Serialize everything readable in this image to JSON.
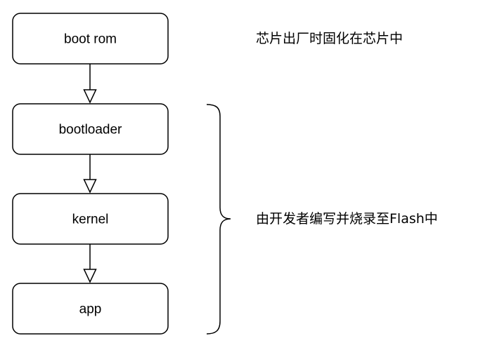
{
  "nodes": [
    {
      "id": "boot-rom",
      "label": "boot rom"
    },
    {
      "id": "bootloader",
      "label": "bootloader"
    },
    {
      "id": "kernel",
      "label": "kernel"
    },
    {
      "id": "app",
      "label": "app"
    }
  ],
  "edges": [
    {
      "from": "boot-rom",
      "to": "bootloader"
    },
    {
      "from": "bootloader",
      "to": "kernel"
    },
    {
      "from": "kernel",
      "to": "app"
    }
  ],
  "annotations": {
    "boot_rom_note": "芯片出厂时固化在芯片中",
    "bracket_note": "由开发者编写并烧录至Flash中"
  },
  "colors": {
    "stroke": "#000000",
    "fill": "#ffffff"
  }
}
